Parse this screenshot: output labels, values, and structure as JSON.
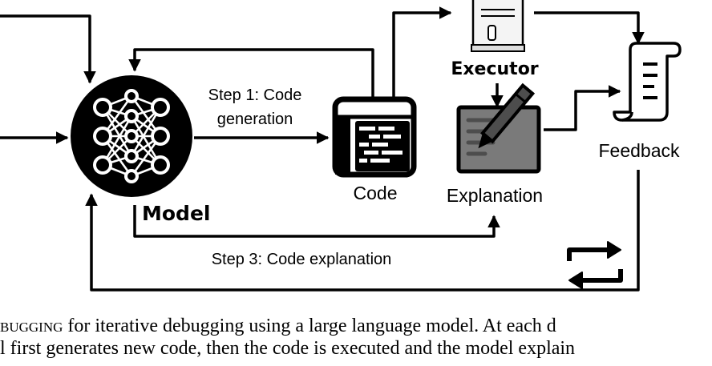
{
  "diagram": {
    "labels": {
      "step1_line1": "Step 1: Code",
      "step1_line2": "generation",
      "model": "Model",
      "code": "Code",
      "executor": "Executor",
      "explanation": "Explanation",
      "feedback": "Feedback",
      "step3": "Step 3: Code explanation"
    },
    "colors": {
      "ink": "#000000",
      "notepad_gray": "#7a7a7a",
      "notepad_dark": "#4d4d4d"
    },
    "icons": [
      "neural-network-icon",
      "code-window-icon",
      "server-icon",
      "notepad-pencil-icon",
      "scroll-icon",
      "repeat-icon"
    ]
  },
  "caption": {
    "line1_sc": "bugging",
    "line1_rest": " for iterative debugging using a large language model. At each d",
    "line2": "l first generates new code, then the code is executed and the model explain"
  }
}
